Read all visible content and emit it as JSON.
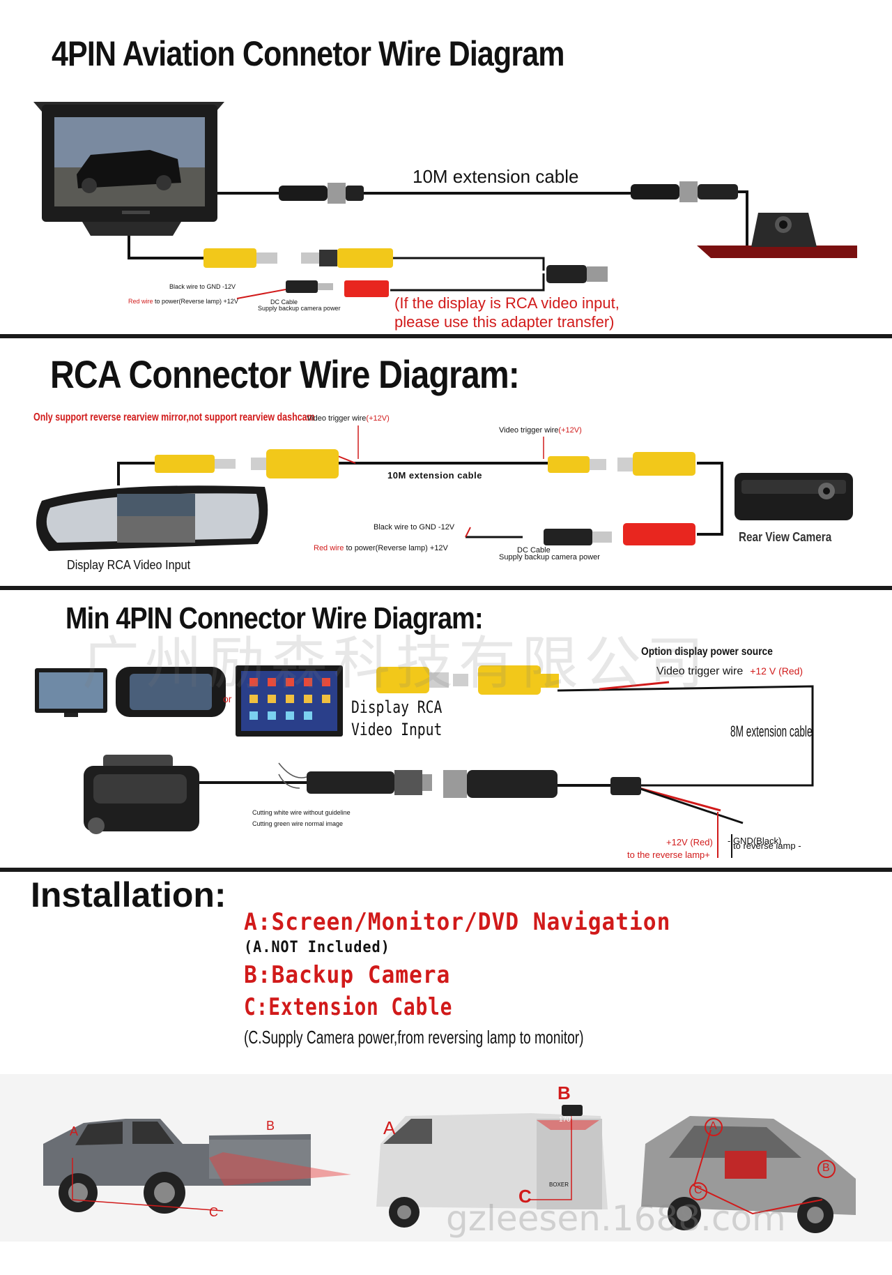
{
  "sections": {
    "s1": {
      "title": "4PIN Aviation Connetor Wire Diagram",
      "extension_label": "10M extension cable",
      "black_wire": "Black wire to GND -12V",
      "red_wire_word": "Red wire",
      "red_wire_rest": " to power(Reverse lamp) +12V",
      "dc_cable": "DC Cable",
      "supply_power": "Supply backup camera power",
      "note_line1": "(If the display is RCA video input,",
      "note_line2": "please use this adapter transfer)"
    },
    "s2": {
      "title": "RCA Connector Wire Diagram:",
      "only_support": "Only support reverse rearview mirror,not support rearview dashcam",
      "trigger_left_a": "Video trigger wire",
      "trigger_left_b": "(+12V)",
      "trigger_right_a": "Video trigger wire",
      "trigger_right_b": "(+12V)",
      "extension_label": "10M extension cable",
      "black_wire": "Black wire to GND -12V",
      "red_wire_word": "Red wire",
      "red_wire_rest": " to power(Reverse lamp) +12V",
      "dc_cable": "DC Cable",
      "supply_power": "Supply backup camera power",
      "display_input": "Display RCA Video Input",
      "rear_camera": "Rear View Camera"
    },
    "s3": {
      "title": "Min 4PIN Connector Wire Diagram:",
      "or_label": "or",
      "display_line1": "Display RCA",
      "display_line2": "Video Input",
      "option_power": "Option display power source",
      "trigger_a": "Video trigger wire",
      "trigger_b": "+12 V (Red)",
      "extension_label": "8M extension cable",
      "cut_white": "Cutting white wire without guideline",
      "cut_green": "Cutting green wire normal image",
      "plus12": "+12V (Red)",
      "to_lamp": "to the reverse lamp+",
      "gnd": "- GND(Black)",
      "rev_lamp": "to reverse lamp -"
    },
    "s4": {
      "title": "Installation:",
      "line_a": "A:Screen/Monitor/DVD Navigation",
      "line_a_note": "(A.NOT Included)",
      "line_b": "B:Backup Camera",
      "line_c": "C:Extension Cable",
      "line_c_note": "(C.Supply Camera power,from reversing lamp to monitor)",
      "mark_a": "A",
      "mark_b": "B",
      "mark_c": "C",
      "angle": "170°",
      "brand": "BOXER",
      "website": "gzleesen.1688.com"
    }
  },
  "watermark_text": "广州励森科技有限公司",
  "colors": {
    "accent_red": "#d11a1a",
    "rca_yellow": "#f2c81a",
    "rca_red": "#e8261f",
    "wire": "#111111"
  }
}
